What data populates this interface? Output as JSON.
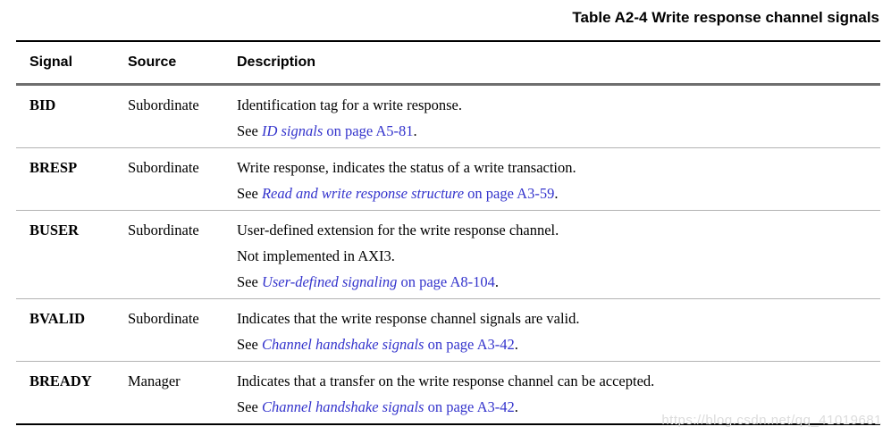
{
  "page_title": "Table A2-4 Write response channel signals",
  "watermark": "https://blog.csdn.net/qq_41019681",
  "colors": {
    "link": "#3333cc",
    "rule_top_bottom": "#000000",
    "rule_header": "#6e6e6e",
    "rule_row": "#b3b3b3",
    "watermark": "#dcdcdc"
  },
  "table": {
    "columns": [
      "Signal",
      "Source",
      "Description"
    ],
    "rows": [
      {
        "signal": "BID",
        "source": "Subordinate",
        "description": [
          [
            {
              "t": "Identification tag for a write response.",
              "s": "plain"
            }
          ],
          [
            {
              "t": "See ",
              "s": "plain"
            },
            {
              "t": "ID signals",
              "s": "link-italic"
            },
            {
              "t": " on page A5-81",
              "s": "link"
            },
            {
              "t": ".",
              "s": "plain"
            }
          ]
        ]
      },
      {
        "signal": "BRESP",
        "source": "Subordinate",
        "description": [
          [
            {
              "t": "Write response, indicates the status of a write transaction.",
              "s": "plain"
            }
          ],
          [
            {
              "t": "See ",
              "s": "plain"
            },
            {
              "t": "Read and write response structure",
              "s": "link-italic"
            },
            {
              "t": " on page A3-59",
              "s": "link"
            },
            {
              "t": ".",
              "s": "plain"
            }
          ]
        ]
      },
      {
        "signal": "BUSER",
        "source": "Subordinate",
        "description": [
          [
            {
              "t": "User-defined extension for the write response channel.",
              "s": "plain"
            }
          ],
          [
            {
              "t": "Not implemented in AXI3.",
              "s": "plain"
            }
          ],
          [
            {
              "t": "See ",
              "s": "plain"
            },
            {
              "t": "User-defined signaling",
              "s": "link-italic"
            },
            {
              "t": " on page A8-104",
              "s": "link"
            },
            {
              "t": ".",
              "s": "plain"
            }
          ]
        ]
      },
      {
        "signal": "BVALID",
        "source": "Subordinate",
        "description": [
          [
            {
              "t": "Indicates that the write response channel signals are valid.",
              "s": "plain"
            }
          ],
          [
            {
              "t": "See ",
              "s": "plain"
            },
            {
              "t": "Channel handshake signals",
              "s": "link-italic"
            },
            {
              "t": " on page A3-42",
              "s": "link"
            },
            {
              "t": ".",
              "s": "plain"
            }
          ]
        ]
      },
      {
        "signal": "BREADY",
        "source": "Manager",
        "description": [
          [
            {
              "t": "Indicates that a transfer on the write response channel can be accepted.",
              "s": "plain"
            }
          ],
          [
            {
              "t": "See ",
              "s": "plain"
            },
            {
              "t": "Channel handshake signals",
              "s": "link-italic"
            },
            {
              "t": " on page A3-42",
              "s": "link"
            },
            {
              "t": ".",
              "s": "plain"
            }
          ]
        ]
      }
    ]
  }
}
